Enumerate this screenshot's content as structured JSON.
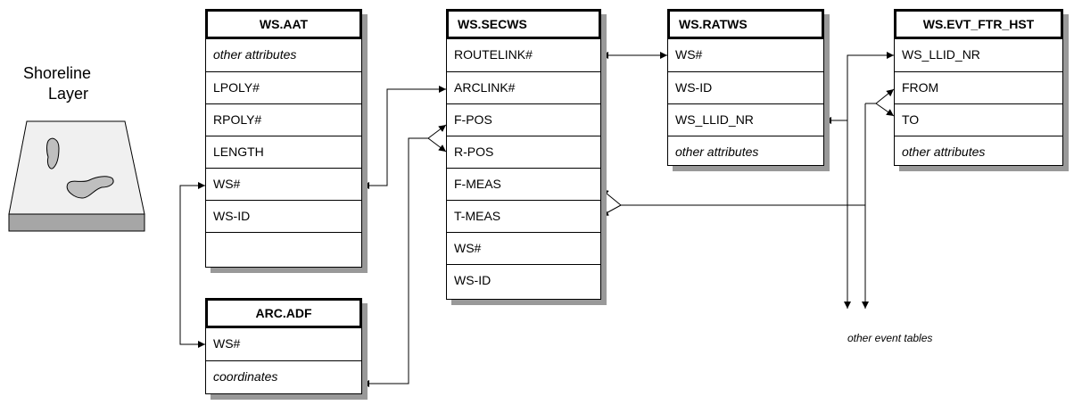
{
  "shoreline_label_line1": "Shoreline",
  "shoreline_label_line2": "Layer",
  "other_event_tables": "other event tables",
  "tables": {
    "ws_aat": {
      "name": "WS.AAT",
      "rows": [
        "other attributes",
        "LPOLY#",
        "RPOLY#",
        "LENGTH",
        "WS#",
        "WS-ID",
        ""
      ]
    },
    "arc_adf": {
      "name": "ARC.ADF",
      "rows": [
        "WS#",
        "coordinates"
      ]
    },
    "ws_secws": {
      "name": "WS.SECWS",
      "rows": [
        "ROUTELINK#",
        "ARCLINK#",
        "F-POS",
        "R-POS",
        "F-MEAS",
        "T-MEAS",
        "WS#",
        "WS-ID"
      ]
    },
    "ws_ratws": {
      "name": "WS.RATWS",
      "rows": [
        "WS#",
        "WS-ID",
        "WS_LLID_NR",
        "other attributes"
      ]
    },
    "ws_evt_ftr_hst": {
      "name": "WS.EVT_FTR_HST",
      "rows": [
        "WS_LLID_NR",
        "FROM",
        "TO",
        "other attributes"
      ]
    }
  },
  "colors": {
    "shadow": "#999999",
    "map_fill": "#f0f0f0",
    "map_base": "#a6a6a6",
    "polygon": "#bfbfbf"
  }
}
